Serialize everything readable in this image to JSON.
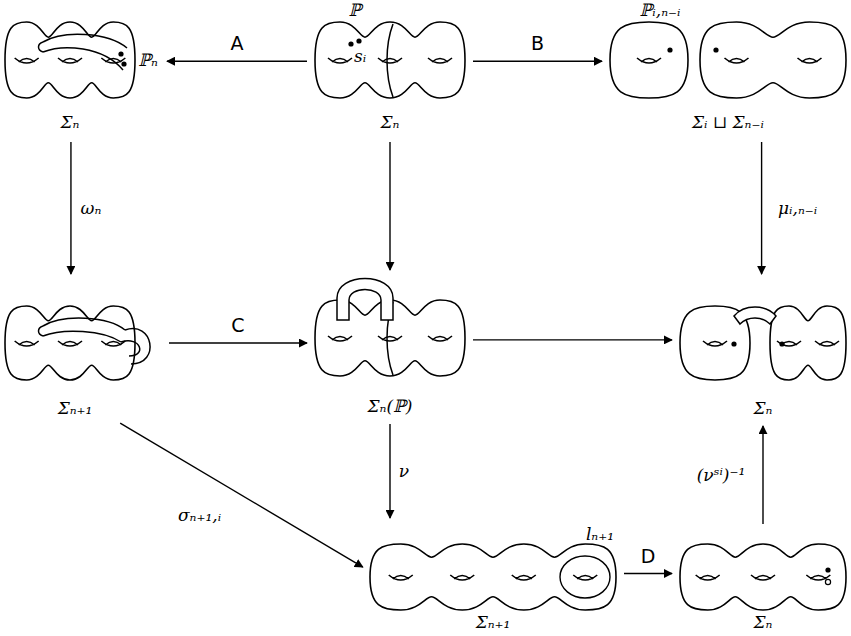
{
  "diagram": {
    "nodes": [
      {
        "text": [
          "ℙₙ",
          "Σₙ"
        ]
      },
      {
        "text": [
          "ℙ",
          "sᵢ",
          "Σₙ"
        ]
      },
      {
        "text": [
          "ℙᵢ,ₙ₋ᵢ",
          "Σᵢ ⊔ Σₙ₋ᵢ"
        ]
      },
      {
        "text": [
          "Σₙ₊₁"
        ]
      },
      {
        "text": [
          "Σₙ(ℙ)"
        ]
      },
      {
        "text": [
          "Σₙ"
        ]
      },
      {
        "text": [
          "lₙ₊₁",
          "Σₙ₊₁"
        ]
      },
      {
        "text": [
          "Σₙ"
        ]
      }
    ],
    "edges": [
      {
        "from": 1,
        "to": 0,
        "label": "A",
        "arrow": "to"
      },
      {
        "from": 1,
        "to": 2,
        "label": "B",
        "arrow": "to"
      },
      {
        "from": 0,
        "to": 3,
        "label": "ωₙ",
        "arrow": "to"
      },
      {
        "from": 1,
        "to": 4,
        "arrow": "to"
      },
      {
        "from": 2,
        "to": 5,
        "label": "μᵢ,ₙ₋ᵢ",
        "arrow": "to"
      },
      {
        "from": 3,
        "to": 4,
        "label": "C",
        "arrow": "to"
      },
      {
        "from": 4,
        "to": 5,
        "arrow": "to"
      },
      {
        "from": 3,
        "to": 6,
        "label": "σₙ₊₁,ᵢ",
        "arrow": "to"
      },
      {
        "from": 4,
        "to": 6,
        "label": "ν",
        "arrow": "to"
      },
      {
        "from": 6,
        "to": 7,
        "label": "D",
        "arrow": "to"
      },
      {
        "from": 7,
        "to": 5,
        "label": "(νˢⁱ)⁻¹",
        "arrow": "to"
      }
    ]
  }
}
